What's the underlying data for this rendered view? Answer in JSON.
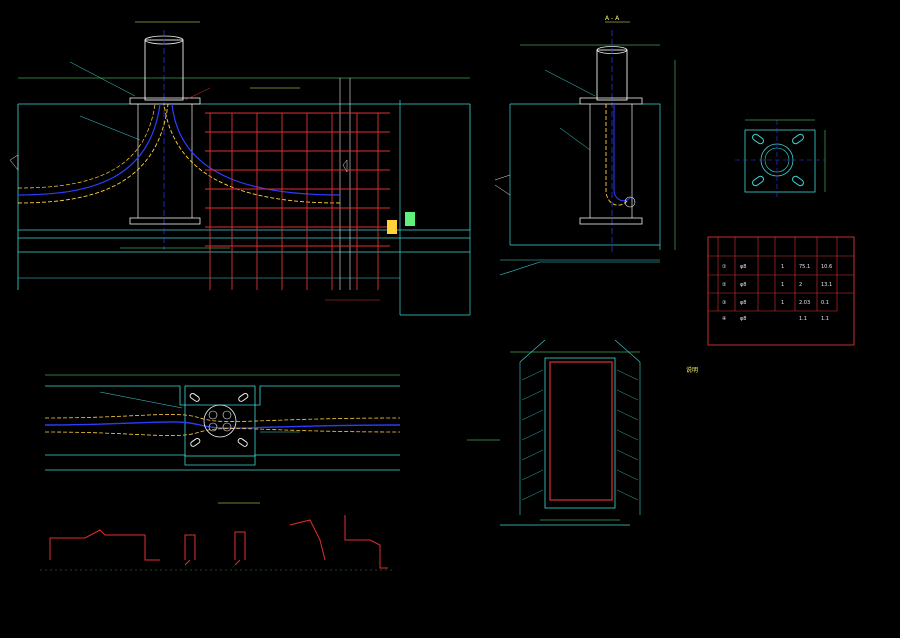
{
  "titles": {
    "elevation": "",
    "section_aa": "A - A",
    "plate": "",
    "table": "",
    "plan": "",
    "frame": "",
    "rebar": "",
    "notes": "说明"
  },
  "table": {
    "rows": [
      [
        "①",
        "φ8",
        "",
        "1",
        "75.1",
        "10.6"
      ],
      [
        "②",
        "φ8",
        "",
        "1",
        "2",
        "13.1"
      ],
      [
        "③",
        "φ8",
        "",
        "1",
        "2.03",
        "0.1"
      ],
      [
        "④",
        "φ8",
        "",
        "",
        "1.1",
        "1.1"
      ]
    ]
  },
  "colors": {
    "background": "#000000",
    "structure": "#3fd6d6",
    "rebar_grid": "#e03030",
    "dimension": "#5ef27a",
    "annotation": "#f5f562",
    "pipe": "#f0f0f0",
    "conduit": "#2e3cff",
    "dash": "#ffd23a"
  },
  "notes": {
    "lines": [
      "",
      "",
      "",
      "",
      "",
      "",
      "",
      "",
      "",
      "",
      "",
      ""
    ]
  }
}
